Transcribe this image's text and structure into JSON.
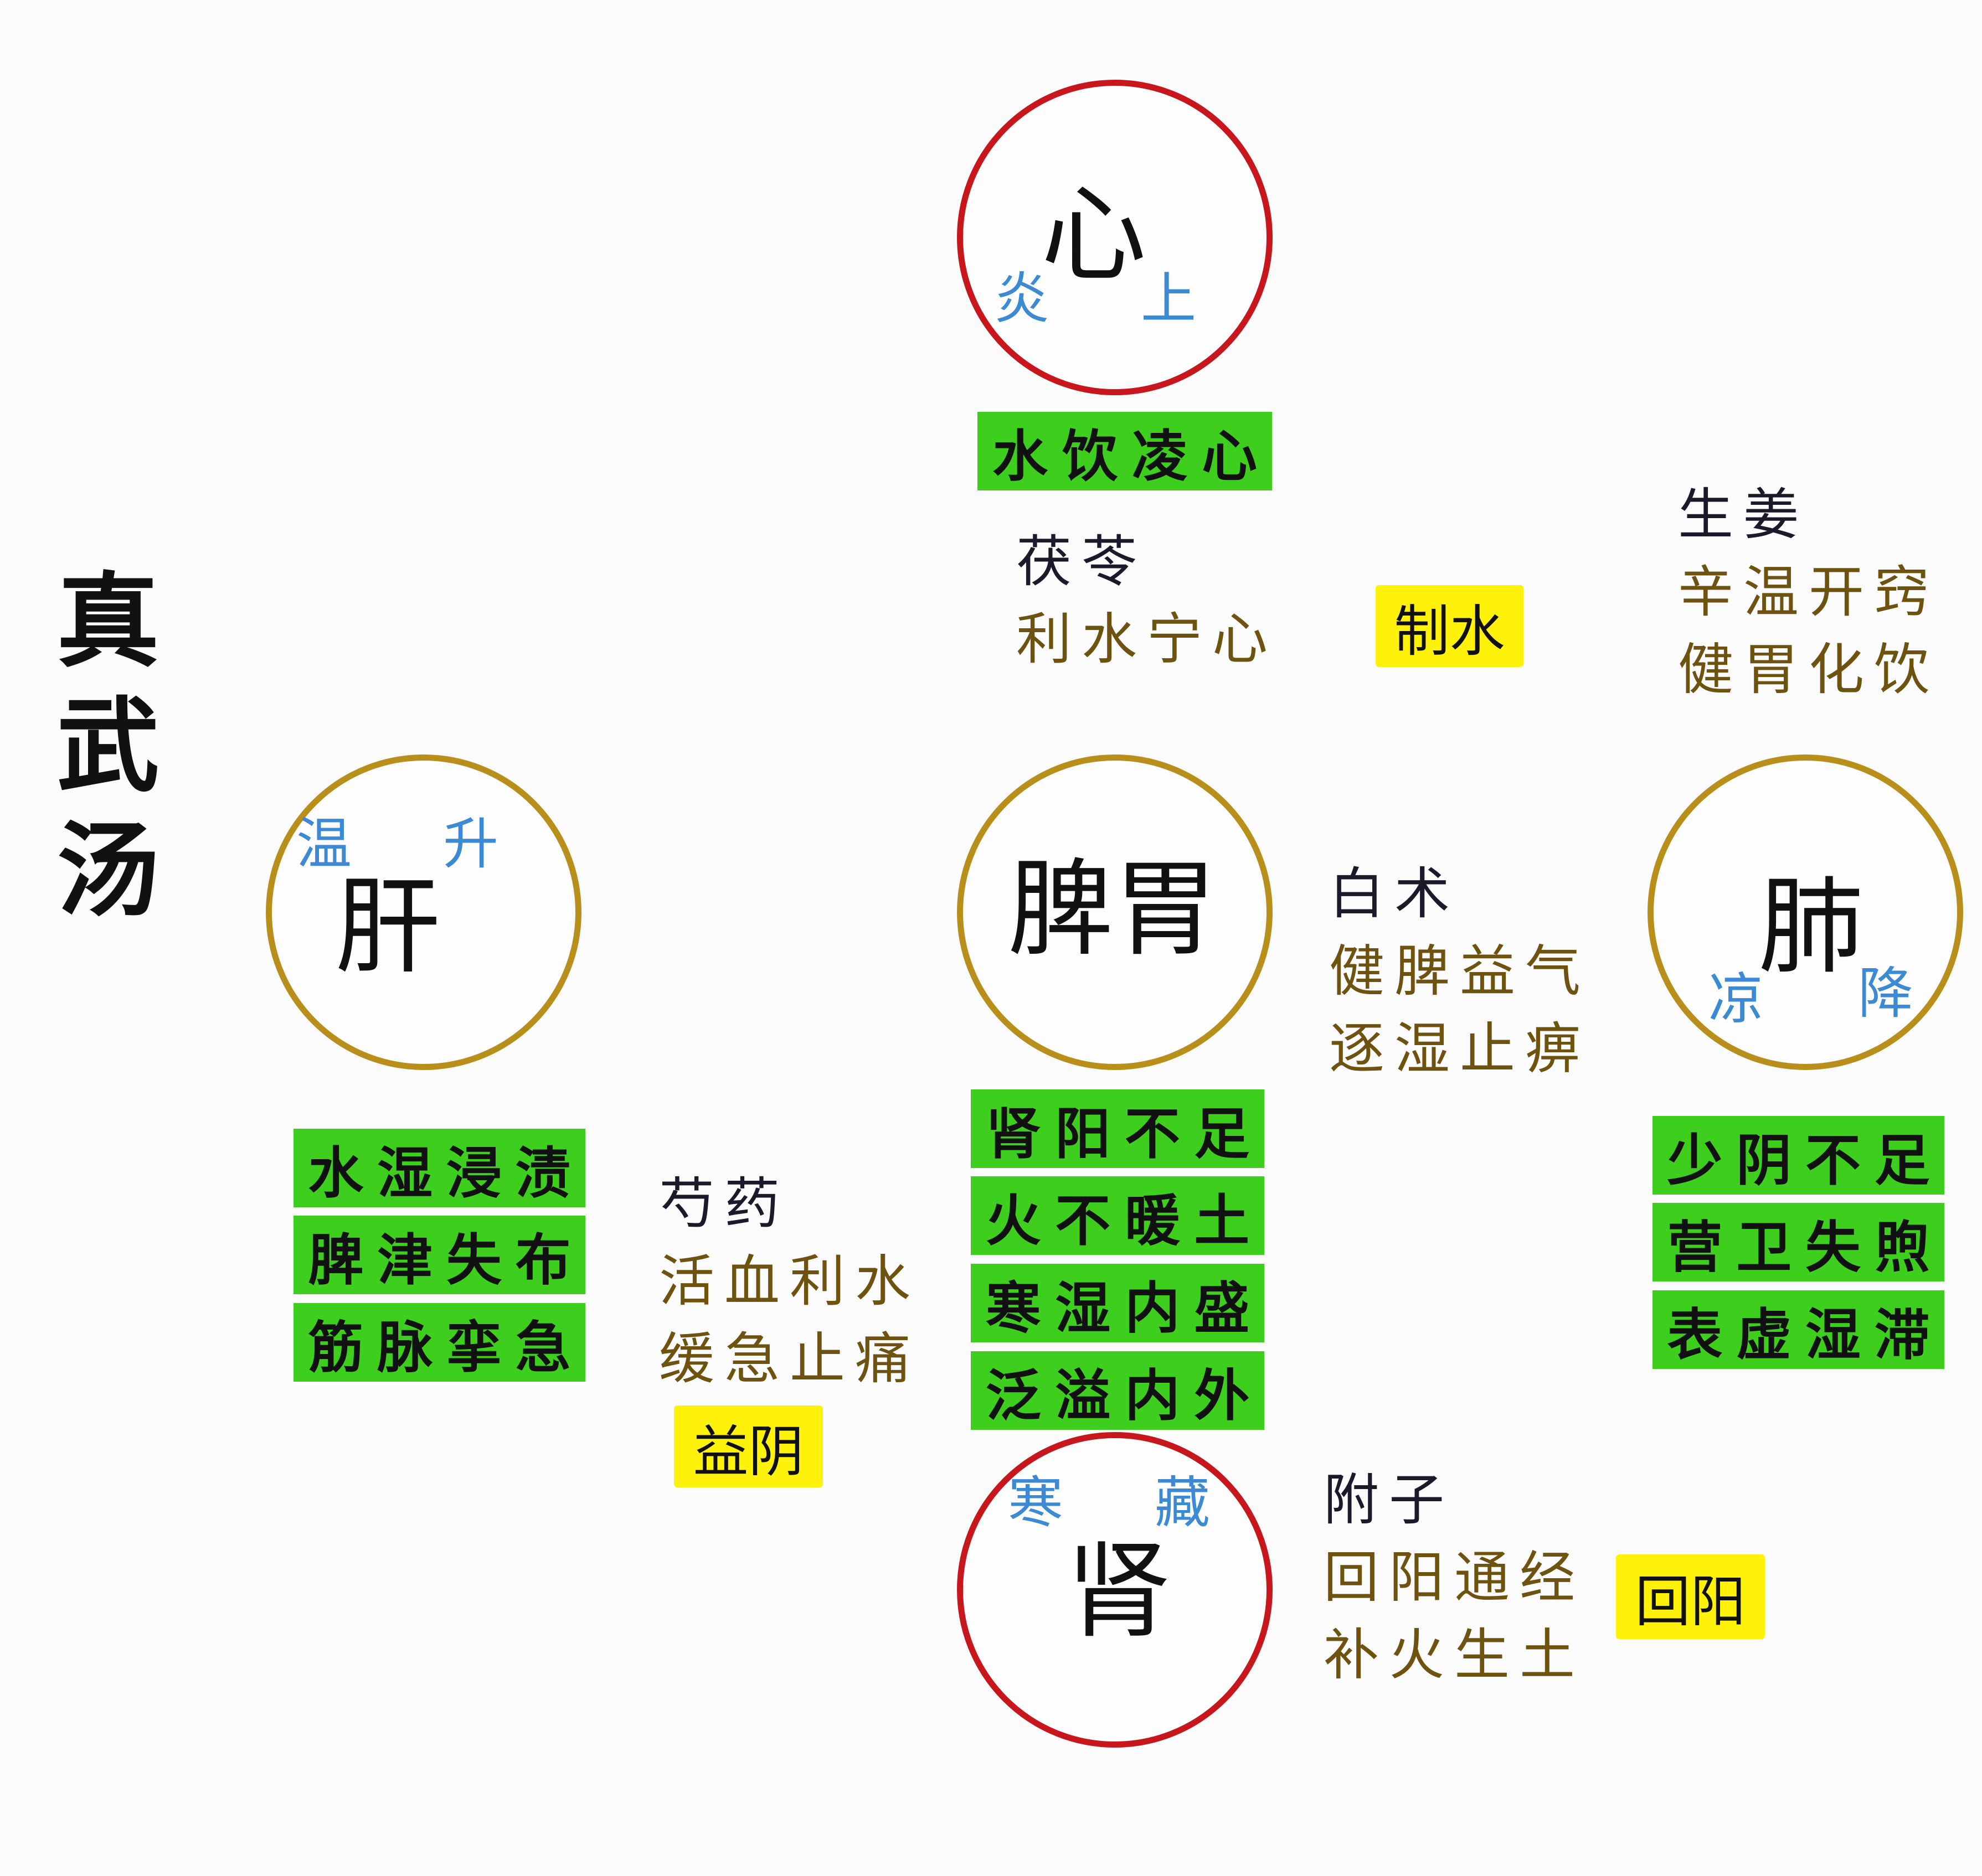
{
  "title": [
    "真",
    "武",
    "汤"
  ],
  "organs": {
    "heart": {
      "name": "心",
      "tags": [
        "炎",
        "上"
      ]
    },
    "spleen_stomach": {
      "name": "脾胃"
    },
    "liver": {
      "name": "肝",
      "tags": [
        "温",
        "升"
      ]
    },
    "lung": {
      "name": "肺",
      "tags": [
        "凉",
        "降"
      ]
    },
    "kidney": {
      "name": "肾",
      "tags": [
        "寒",
        "藏"
      ]
    }
  },
  "pathology": {
    "heart": [
      "水饮凌心"
    ],
    "liver": [
      "水湿浸渍",
      "脾津失布",
      "筋脉挛急"
    ],
    "center": [
      "肾阳不足",
      "火不暖土",
      "寒湿内盛",
      "泛溢内外"
    ],
    "lung": [
      "少阴不足",
      "营卫失煦",
      "表虚湿滞"
    ]
  },
  "herbs": {
    "fuling": {
      "name": "茯苓",
      "effects": [
        "利水宁心"
      ],
      "tag": "制水"
    },
    "shengjiang": {
      "name": "生姜",
      "effects": [
        "辛温开窍",
        "健胃化饮"
      ]
    },
    "baizhu": {
      "name": "白术",
      "effects": [
        "健脾益气",
        "逐湿止痹"
      ]
    },
    "shaoyao": {
      "name": "芍药",
      "effects": [
        "活血利水",
        "缓急止痛"
      ],
      "tag": "益阴"
    },
    "fuzi": {
      "name": "附子",
      "effects": [
        "回阳通经",
        "补火生土"
      ],
      "tag": "回阳"
    }
  },
  "colors": {
    "red_ring": "#c8161d",
    "gold_ring": "#b98f1c",
    "green_box": "#3ecf1e",
    "yellow_tag": "#fff20a",
    "blue_tag": "#3d8ad4"
  }
}
